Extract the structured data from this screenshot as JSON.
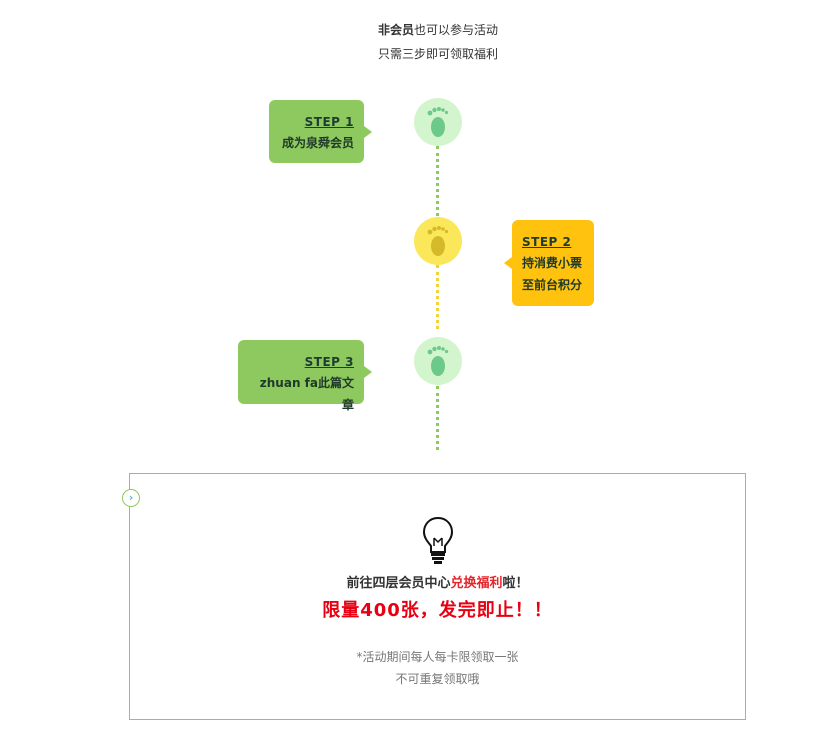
{
  "intro": {
    "line1_bold": "非会员",
    "line1_rest": "也可以参与活动",
    "line2": "只需三步即可领取福利"
  },
  "steps": [
    {
      "label": "STEP 1",
      "lines": [
        "成为泉舜会员"
      ],
      "color": "#8ec95f",
      "icon": "footprint-icon"
    },
    {
      "label": "STEP 2",
      "lines": [
        "持消费小票",
        "至前台积分"
      ],
      "color": "#ffc20e",
      "icon": "footprint-icon"
    },
    {
      "label": "STEP 3",
      "lines": [
        "zhuan fa此篇文章"
      ],
      "color": "#8ec95f",
      "icon": "footprint-icon"
    }
  ],
  "box": {
    "corner_icon": "chevron-right-icon",
    "bulb_icon": "lightbulb-icon",
    "line1_pre": "前往四层会员中心",
    "line1_highlight": "兑换福利",
    "line1_post": "啦！",
    "line2": "限量400张，发完即止！！",
    "note1": "*活动期间每人每卡限领取一张",
    "note2": "不可重复领取哦"
  },
  "colors": {
    "green": "#8ec95f",
    "yellow": "#ffc20e",
    "red": "#e60012",
    "circle_green": "#d3f5cd",
    "circle_yellow": "#fbe85a"
  }
}
